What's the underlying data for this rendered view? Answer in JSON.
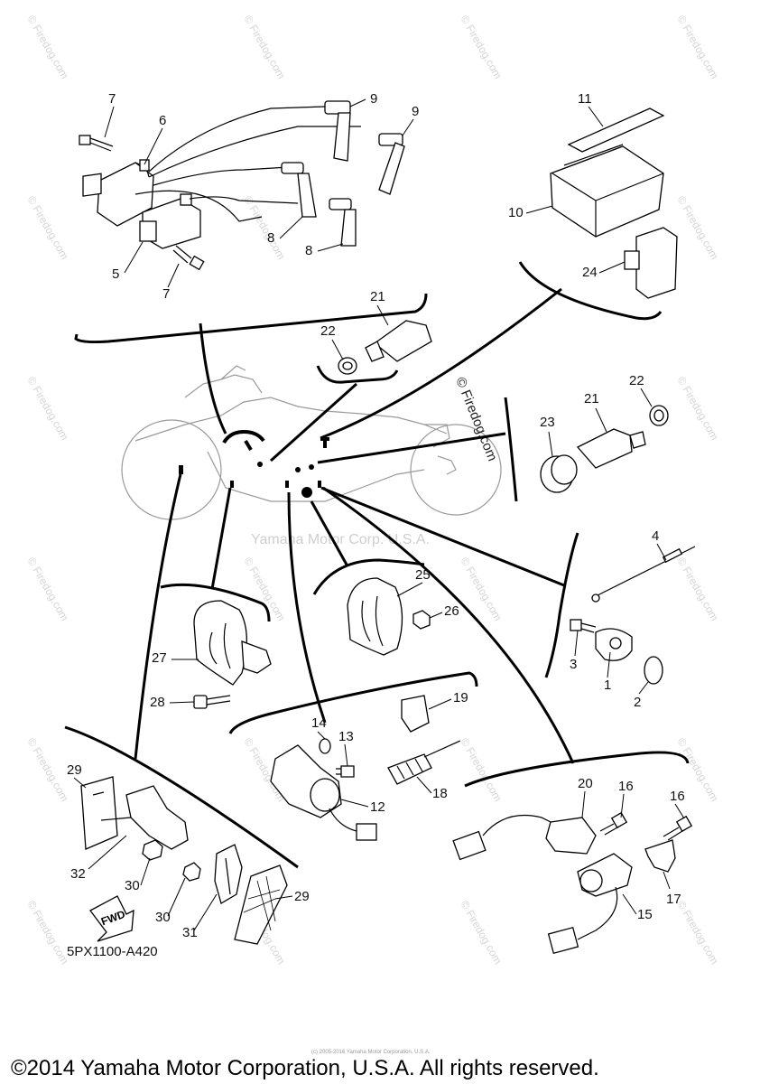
{
  "diagram": {
    "code": "5PX1100-A420",
    "center_watermark": "Yamaha Motor Corp. U.S.A.",
    "watermark": "© Firedog.com",
    "body_watermark": "© Firedog.com",
    "footer_copyright": "©2014 Yamaha Motor Corporation, U.S.A. All rights reserved.",
    "footer_small": "(c) 2005-2016 Yamaha Motor Corporation, U.S.A.",
    "fwd_label": "FWD",
    "part_labels": {
      "l1": "1",
      "l2": "2",
      "l3": "3",
      "l4": "4",
      "l5": "5",
      "l6": "6",
      "l7a": "7",
      "l7b": "7",
      "l8a": "8",
      "l8b": "8",
      "l9a": "9",
      "l9b": "9",
      "l10": "10",
      "l11": "11",
      "l12": "12",
      "l13": "13",
      "l14": "14",
      "l15": "15",
      "l16a": "16",
      "l16b": "16",
      "l17": "17",
      "l18": "18",
      "l19": "19",
      "l20": "20",
      "l21a": "21",
      "l21b": "21",
      "l22a": "22",
      "l22b": "22",
      "l23": "23",
      "l24": "24",
      "l25": "25",
      "l26": "26",
      "l27": "27",
      "l28": "28",
      "l29a": "29",
      "l29b": "29",
      "l30a": "30",
      "l30b": "30",
      "l31": "31",
      "l32": "32"
    }
  }
}
